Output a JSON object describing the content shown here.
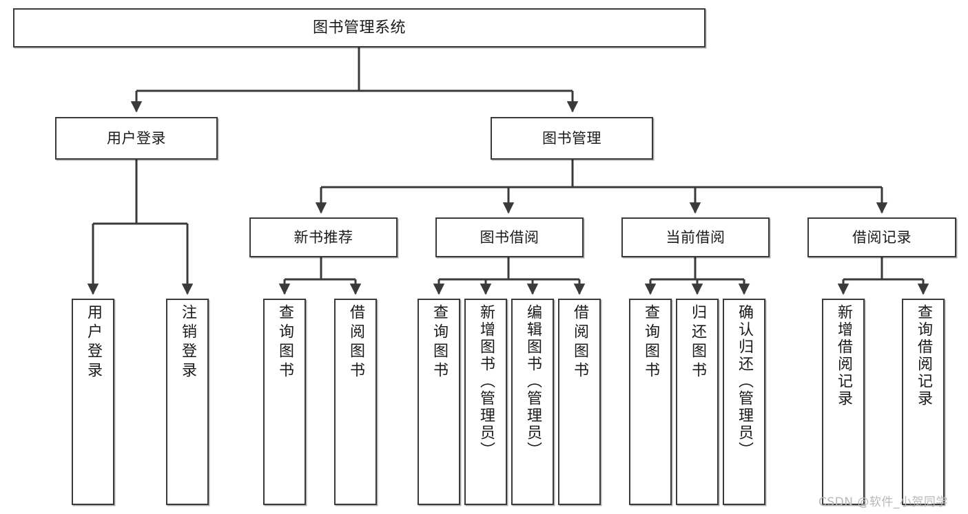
{
  "diagram": {
    "type": "tree-hierarchy-diagram",
    "title": "图书管理系统",
    "background_color": "#ffffff",
    "box_border_color": "#3a3a3a",
    "edge_color": "#3a3a3a",
    "text_color": "#1a1a1a"
  },
  "nodes": {
    "root": {
      "label": "图书管理系统",
      "level": 1
    },
    "level2": [
      {
        "id": "user-login",
        "label": "用户登录"
      },
      {
        "id": "book-manage",
        "label": "图书管理"
      }
    ],
    "level3": [
      {
        "id": "new-book-recommend",
        "label": "新书推荐"
      },
      {
        "id": "book-borrow",
        "label": "图书借阅"
      },
      {
        "id": "current-borrow",
        "label": "当前借阅"
      },
      {
        "id": "borrow-record",
        "label": "借阅记录"
      }
    ],
    "leaves": {
      "user_login": [
        {
          "id": "leaf-user-login",
          "label": "用户登录"
        },
        {
          "id": "leaf-logout-login",
          "label": "注销登录"
        }
      ],
      "new_book_recommend": [
        {
          "id": "leaf-query-book-1",
          "label": "查询图书"
        },
        {
          "id": "leaf-borrow-book-1",
          "label": "借阅图书"
        }
      ],
      "book_borrow": [
        {
          "id": "leaf-query-book-2",
          "label": "查询图书"
        },
        {
          "id": "leaf-add-book",
          "label": "新增图书（管理员）"
        },
        {
          "id": "leaf-edit-book",
          "label": "编辑图书（管理员）"
        },
        {
          "id": "leaf-borrow-book-2",
          "label": "借阅图书"
        }
      ],
      "current_borrow": [
        {
          "id": "leaf-query-book-3",
          "label": "查询图书"
        },
        {
          "id": "leaf-return-book",
          "label": "归还图书"
        },
        {
          "id": "leaf-confirm-return",
          "label": "确认归还（管理员）"
        }
      ],
      "borrow_record": [
        {
          "id": "leaf-add-record",
          "label": "新增借阅记录"
        },
        {
          "id": "leaf-query-record",
          "label": "查询借阅记录"
        }
      ]
    }
  },
  "watermark": {
    "text": "CSDN @软件_小贺同学",
    "color": "#b8b8b8"
  }
}
